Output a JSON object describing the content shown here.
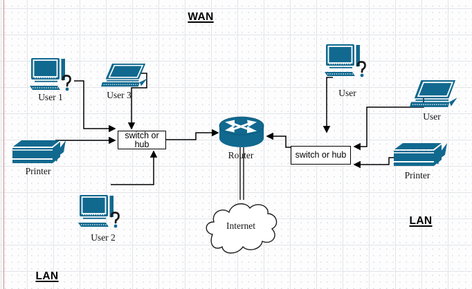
{
  "labels": {
    "wan": "WAN",
    "lan_right": "LAN",
    "lan_bottom": "LAN"
  },
  "nodes": {
    "user1": {
      "label": "User 1",
      "type": "desktop-computer"
    },
    "user3": {
      "label": "User 3",
      "type": "laptop-computer"
    },
    "printer_left": {
      "label": "Printer",
      "type": "printer"
    },
    "user2": {
      "label": "User 2",
      "type": "desktop-computer"
    },
    "switch_left": {
      "label": "switch or hub",
      "type": "switch"
    },
    "router": {
      "label": "Router",
      "type": "router"
    },
    "internet": {
      "label": "Internet",
      "type": "cloud"
    },
    "user_desktop_right": {
      "label": "User",
      "type": "desktop-computer"
    },
    "user_laptop_right": {
      "label": "User",
      "type": "laptop-computer"
    },
    "switch_right": {
      "label": "switch or hub",
      "type": "switch"
    },
    "printer_right": {
      "label": "Printer",
      "type": "printer"
    }
  },
  "colors": {
    "device": "#11698f",
    "connector": "#000000",
    "margin_line": "#c98c8c"
  }
}
